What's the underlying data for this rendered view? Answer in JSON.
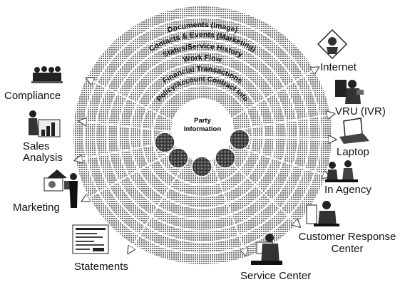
{
  "hub": {
    "line1": "Party",
    "line2": "Information"
  },
  "rings": [
    "Documents (Image)",
    "Contacts & Events (Marketing)",
    "Status/Service History",
    "Work Flow",
    "Financial Transactions",
    "Policy/Account Contract Info"
  ],
  "channels": {
    "internet": "Internet",
    "vru": "VRU (IVR)",
    "laptop": "Laptop",
    "in_agency": "In Agency",
    "crc_line1": "Customer Response",
    "crc_line2": "Center",
    "service_center": "Service Center",
    "statements": "Statements",
    "marketing": "Marketing",
    "sales_line1": "Sales",
    "sales_line2": "Analysis",
    "compliance": "Compliance"
  },
  "icons": [
    "compliance-icon",
    "sales-analysis-icon",
    "marketing-icon",
    "statements-icon",
    "service-center-icon",
    "customer-response-icon",
    "in-agency-icon",
    "laptop-icon",
    "vru-icon",
    "internet-icon"
  ]
}
